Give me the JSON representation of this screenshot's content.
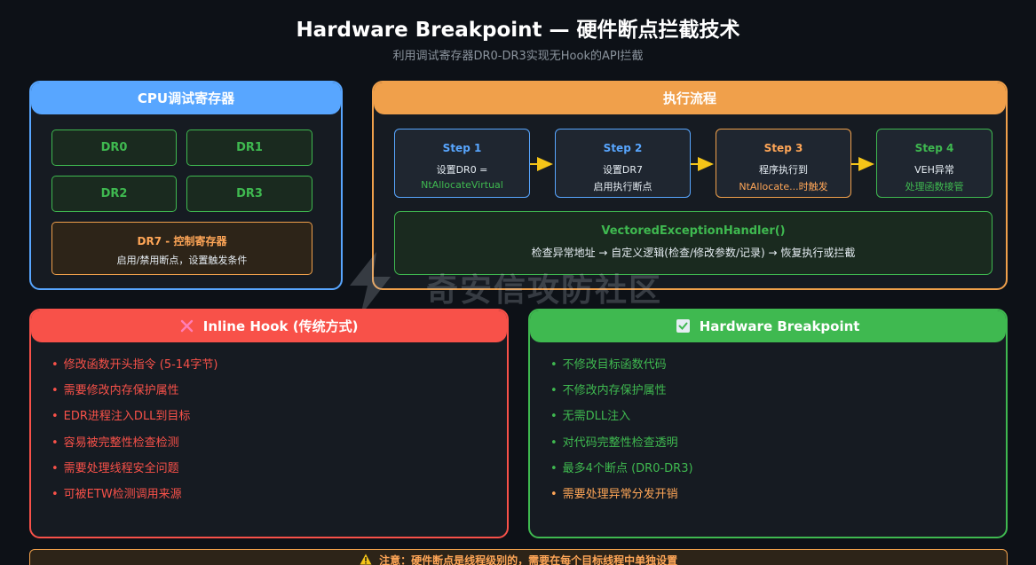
{
  "header": {
    "title": "Hardware Breakpoint — 硬件断点拦截技术",
    "subtitle": "利用调试寄存器DR0-DR3实现无Hook的API拦截"
  },
  "cpu_panel": {
    "title": "CPU调试寄存器",
    "registers": [
      "DR0",
      "DR1",
      "DR2",
      "DR3"
    ],
    "dr7": {
      "name": "DR7",
      "separator": "-",
      "label": "控制寄存器",
      "description": "启用/禁用断点，设置触发条件"
    }
  },
  "flow_panel": {
    "title": "执行流程",
    "steps": [
      {
        "title": "Step 1",
        "line1": "设置DR0 =",
        "line2": "NtAllocateVirtual"
      },
      {
        "title": "Step 2",
        "line1": "设置DR7",
        "line2": "启用执行断点"
      },
      {
        "title": "Step 3",
        "line1": "程序执行到",
        "line2": "NtAllocate...时触发"
      },
      {
        "title": "Step 4",
        "line1": "VEH异常",
        "line2": "处理函数接管"
      }
    ],
    "handler": {
      "title": "VectoredExceptionHandler()",
      "description": "检查异常地址 → 自定义逻辑(检查/修改参数/记录) → 恢复执行或拦截"
    }
  },
  "watermark": {
    "text": "奇安信攻防社区",
    "icon": "lightning-logo-icon"
  },
  "inline_hook": {
    "icon": "cross-icon",
    "title": "Inline Hook (传统方式)",
    "bullet": "•",
    "items": [
      "修改函数开头指令 (5-14字节)",
      "需要修改内存保护属性",
      "EDR进程注入DLL到目标",
      "容易被完整性检查检测",
      "需要处理线程安全问题",
      "可被ETW检测调用来源"
    ]
  },
  "hardware_bp": {
    "icon": "check-icon",
    "title": "Hardware Breakpoint",
    "bullet": "•",
    "items": [
      "不修改目标函数代码",
      "不修改内存保护属性",
      "无需DLL注入",
      "对代码完整性检查透明",
      "最多4个断点 (DR0-DR3)",
      "需要处理异常分发开销"
    ]
  },
  "note": {
    "icon": "warning-icon",
    "text": "注意：硬件断点是线程级别的，需要在每个目标线程中单独设置"
  },
  "colors": {
    "blue": "#58a6ff",
    "orange": "#f0a04b",
    "green": "#3fb950",
    "red": "#f85149",
    "yellow": "#f5c518",
    "background": "#0d1117"
  }
}
